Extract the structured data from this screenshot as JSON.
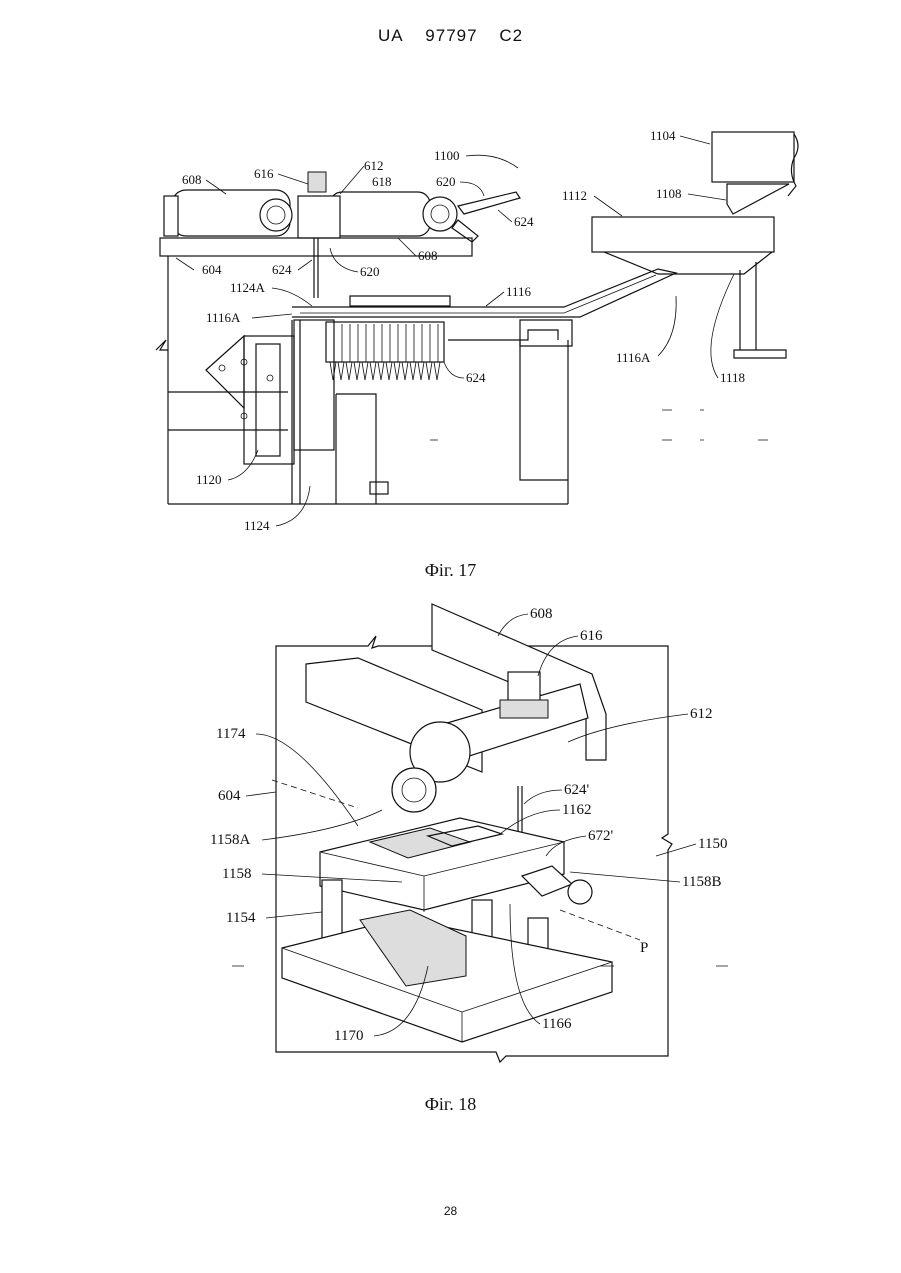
{
  "header": {
    "country": "UA",
    "number": "97797",
    "kind": "C2"
  },
  "figures": [
    {
      "caption": "Фіг. 17",
      "labels": [
        "1104",
        "1100",
        "608",
        "616",
        "612",
        "618",
        "620",
        "624",
        "1112",
        "1108",
        "604",
        "624",
        "620",
        "608",
        "1124A",
        "1116",
        "1116A",
        "1116A",
        "624",
        "1118",
        "1120",
        "1124"
      ]
    },
    {
      "caption": "Фіг. 18",
      "labels": [
        "608",
        "616",
        "612",
        "1174",
        "604",
        "624'",
        "1162",
        "1158A",
        "672'",
        "1150",
        "1158",
        "1158B",
        "1154",
        "P",
        "1170",
        "1166"
      ]
    }
  ],
  "page_number": "28"
}
